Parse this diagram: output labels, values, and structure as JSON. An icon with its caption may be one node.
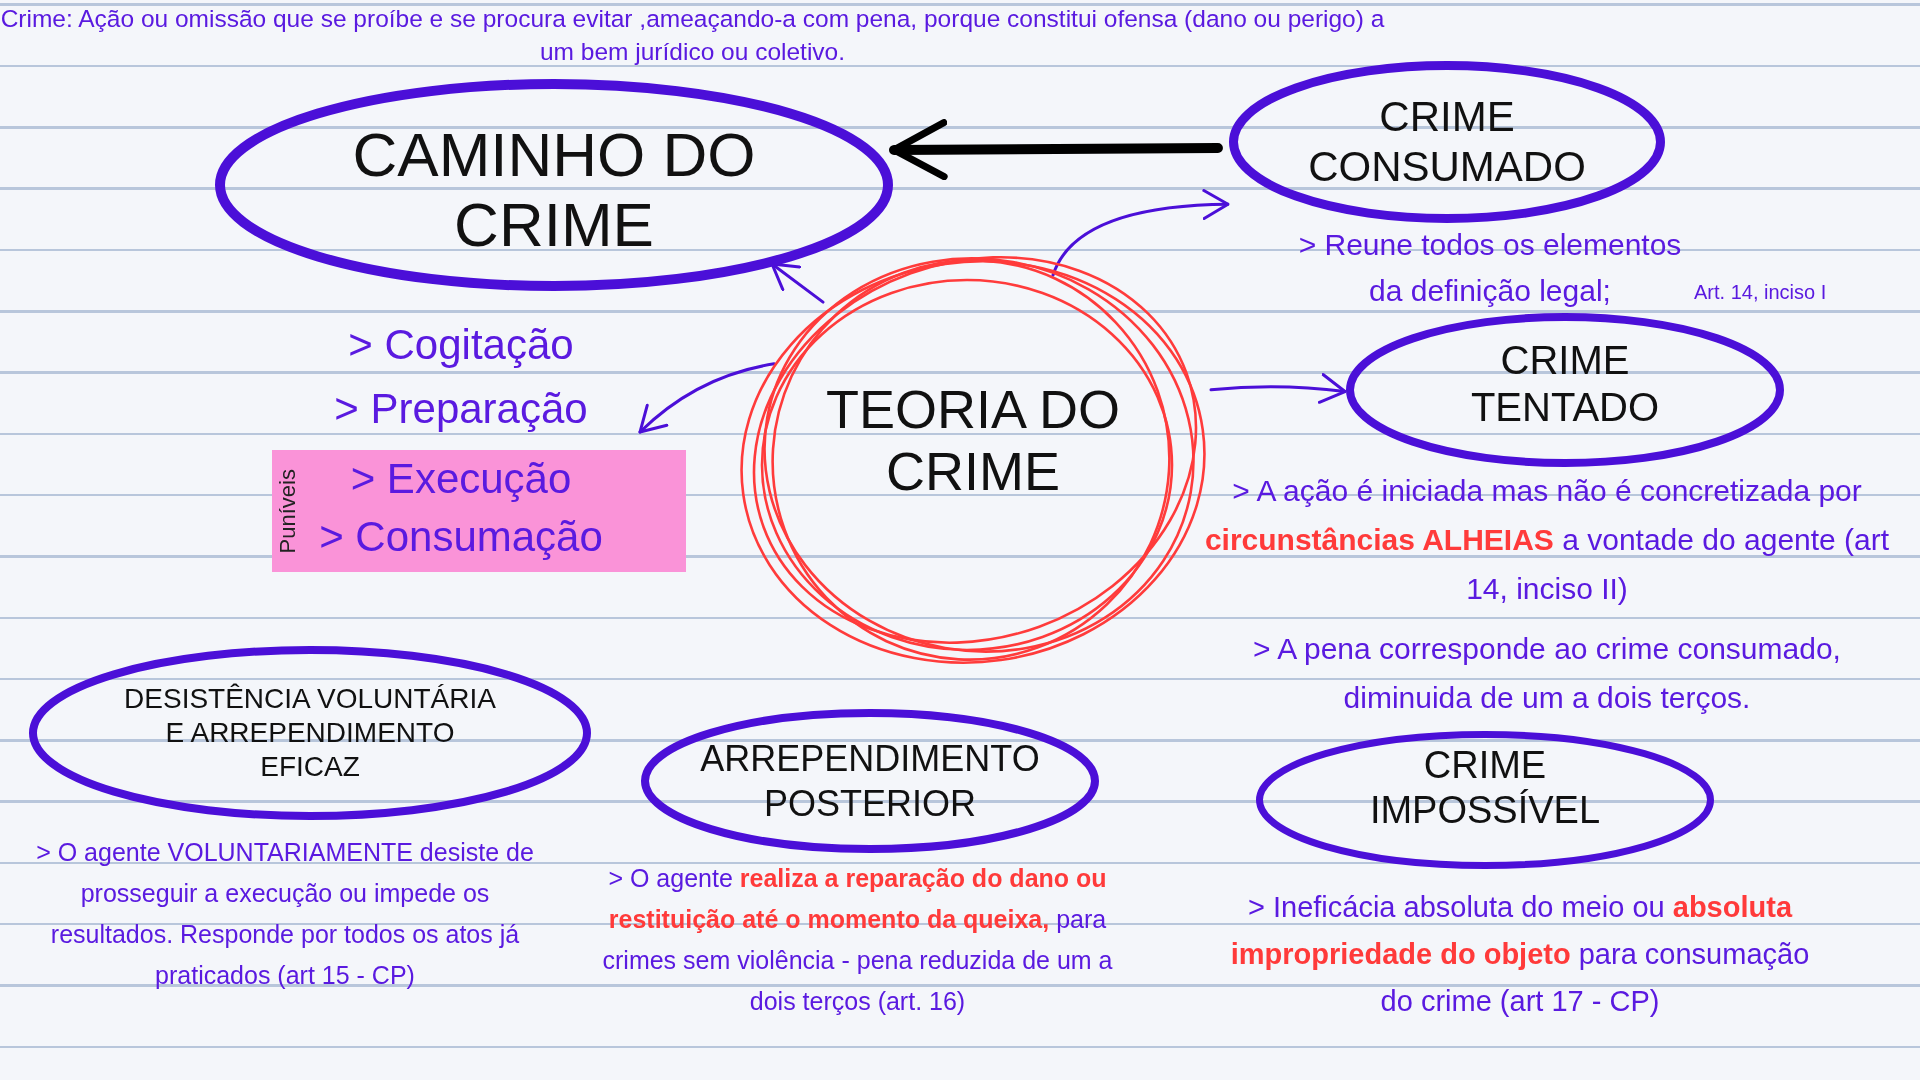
{
  "diagram": {
    "nodes": [
      {
        "text": [
          "CAMINHO DO CRIME"
        ]
      },
      {
        "text": [
          "CRIME CONSUMADO"
        ],
        "beside": [
          "> Reune todos os elementos da definição legal;",
          "Art. 14, inciso I"
        ]
      },
      {
        "text": [
          "> Cogitação",
          "> Preparação"
        ]
      },
      {
        "text": [
          "Puníveis",
          "> Execução",
          "> Consumação"
        ]
      },
      {
        "text": [
          "TEORIA DO CRIME"
        ]
      },
      {
        "text": [
          "CRIME TENTADO"
        ],
        "beside": [
          "> A ação é iniciada mas não é concretizada por **circunstâncias ALHEIAS** a vontade do agente (art 14, inciso II)",
          "> A pena corresponde ao crime consumado, diminuida de um a dois terços."
        ]
      },
      {
        "text": [
          "DESISTÊNCIA VOLUNTÁRIA E ARREPENDIMENTO EFICAZ"
        ],
        "beside": [
          "> O agente VOLUNTARIAMENTE desiste de prosseguir a execução ou impede os resultados. Responde por todos os atos já praticados (art 15 - CP)"
        ]
      },
      {
        "text": [
          "ARREPENDIMENTO POSTERIOR"
        ],
        "beside": [
          "> O agente **realiza a reparação do dano ou restituição até o momento da queixa,** para crimes sem violência - pena reduzida de um a dois terços (art. 16)"
        ]
      },
      {
        "text": [
          "CRIME IMPOSSÍVEL"
        ],
        "beside": [
          "> Ineficácia absoluta do meio ou **absoluta impropriedade do objeto** para consumação do crime (art 17 - CP)"
        ]
      }
    ],
    "edges": [
      {
        "from": 1,
        "to": 0,
        "arrow": "to",
        "style": "thick",
        "color": "#000000"
      },
      {
        "from": 4,
        "to": 0,
        "arrow": "to"
      },
      {
        "from": 4,
        "to": 2,
        "arrow": "to"
      },
      {
        "from": 4,
        "to": 1,
        "arrow": "to"
      },
      {
        "from": 4,
        "to": 5,
        "arrow": "to"
      }
    ],
    "labels": [
      "Crime: Ação ou omissão que se proíbe e se procura evitar ,ameaçando-a com pena, porque constitui ofensa (dano ou perigo) a um bem jurídico ou coletivo."
    ]
  }
}
